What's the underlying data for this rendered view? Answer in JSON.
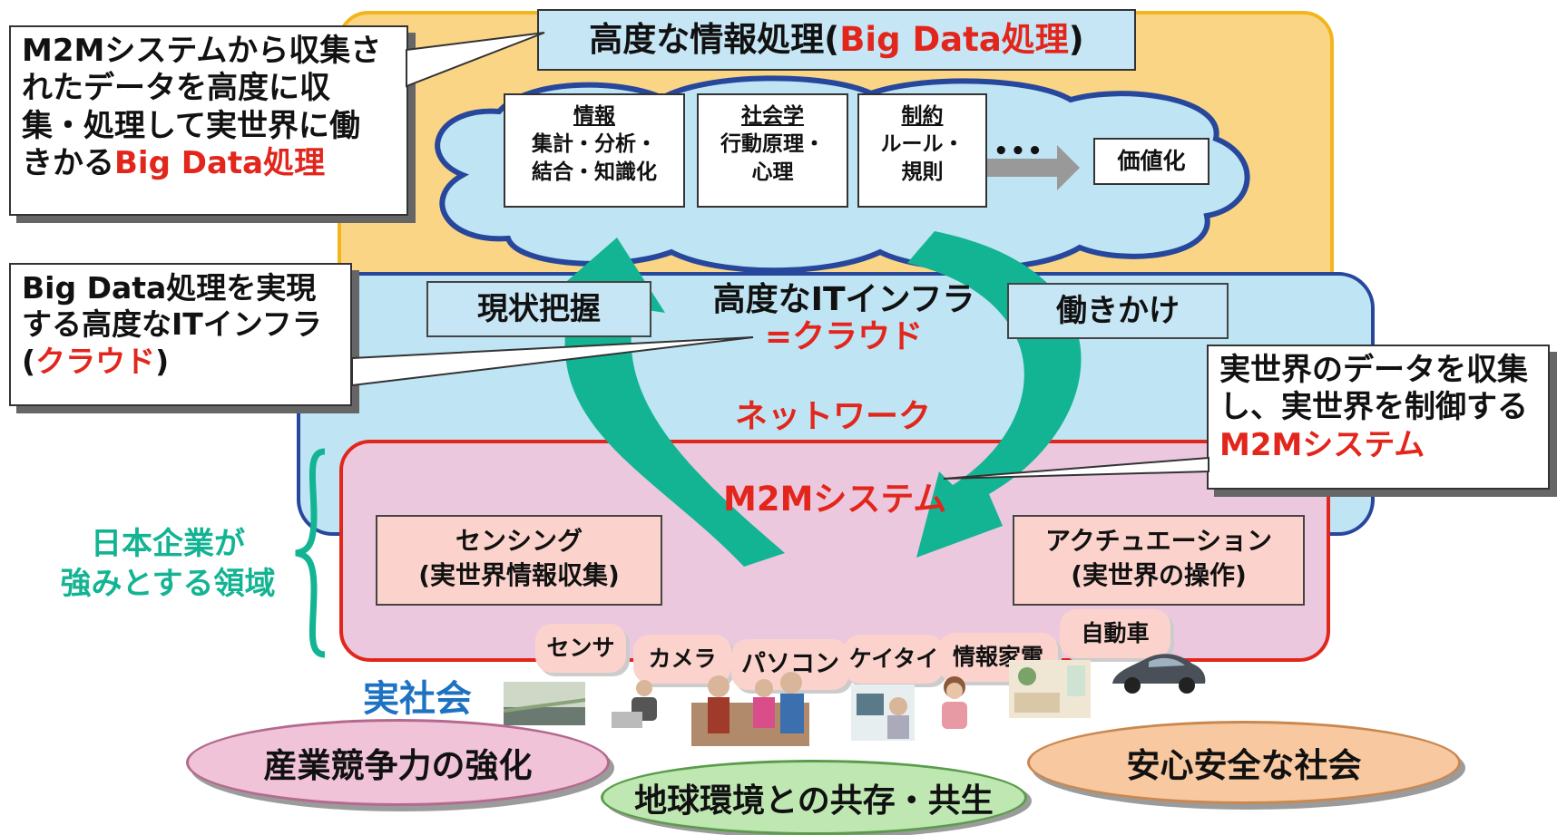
{
  "title_box": {
    "main": "高度な情報処理(",
    "red": "Big Data処理",
    "close": ")"
  },
  "cloud_boxes": [
    {
      "head": "情報",
      "lines": [
        "集計・分析・",
        "結合・知識化"
      ]
    },
    {
      "head": "社会学",
      "lines": [
        "行動原理・",
        "心理"
      ]
    },
    {
      "head": "制約",
      "lines": [
        "ルール・",
        "規則"
      ]
    }
  ],
  "ellipsis": "•••",
  "value_box": "価値化",
  "callout_bigdata": {
    "lines": [
      "M2Mシステムから収集さ",
      "れたデータを高度に収",
      "集・処理して実世界に働"
    ],
    "last_prefix": "きかる",
    "last_red": "Big Data処理"
  },
  "callout_cloud": {
    "lines": [
      "Big Data処理を実現",
      "する高度なITインフラ"
    ],
    "open": "(",
    "red": "クラウド",
    "close": ")"
  },
  "callout_m2m": {
    "lines": [
      "実世界のデータを収集",
      "し、実世界を制御する"
    ],
    "red": "M2Mシステム"
  },
  "it_infra": {
    "line1": "高度なITインフラ",
    "line2": "=クラウド"
  },
  "label_genjo": "現状把握",
  "label_hataraki": "働きかけ",
  "network_label": "ネットワーク",
  "m2m_label": "M2Mシステム",
  "sensing": {
    "line1": "センシング",
    "line2": "(実世界情報収集)"
  },
  "actuation": {
    "line1": "アクチュエーション",
    "line2": "(実世界の操作)"
  },
  "japan_strength": {
    "line1": "日本企業が",
    "line2": "強みとする領域"
  },
  "devices": [
    "センサ",
    "カメラ",
    "パソコン",
    "ケイタイ",
    "情報家電",
    "自動車"
  ],
  "real_society": "実社会",
  "goals": [
    "産業競争力の強化",
    "地球環境との共存・共生",
    "安心安全な社会"
  ],
  "colors": {
    "yellow": "#fbd586",
    "network": "#bfe4f3",
    "m2m": "#ecc8df",
    "arrow": "#13b493",
    "red": "#e2261c"
  }
}
